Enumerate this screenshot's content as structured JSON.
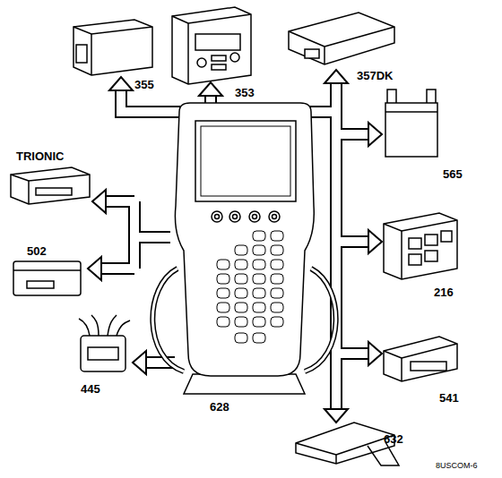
{
  "diagram": {
    "labels": [
      "355",
      "353",
      "357DK",
      "TRIONIC",
      "565",
      "216",
      "502",
      "445",
      "628",
      "541",
      "632",
      "8USCOM-6"
    ]
  }
}
